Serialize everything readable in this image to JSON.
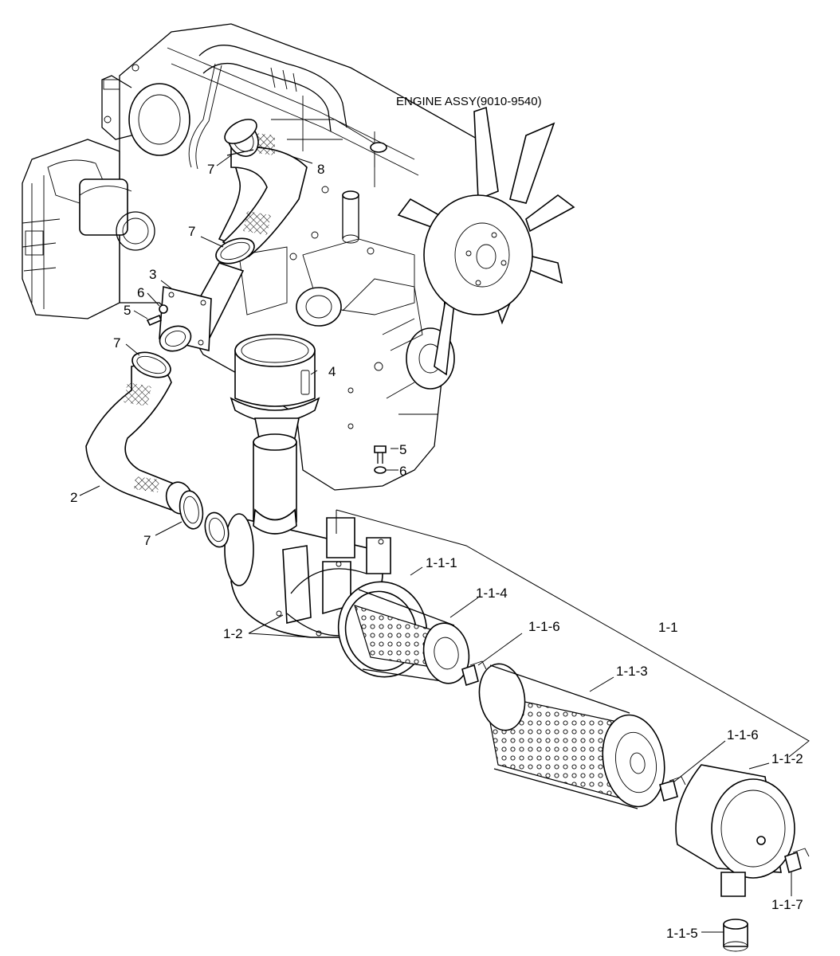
{
  "title": "ENGINE ASSY(9010-9540)",
  "labels": {
    "l7a": "7",
    "l8": "8",
    "l7b": "7",
    "l3": "3",
    "l6a": "6",
    "l5a": "5",
    "l7c": "7",
    "l4": "4",
    "l2": "2",
    "l7d": "7",
    "l5b": "5",
    "l6b": "6",
    "l111": "1-1-1",
    "l114": "1-1-4",
    "l116a": "1-1-6",
    "l12": "1-2",
    "l11": "1-1",
    "l113": "1-1-3",
    "l116b": "1-1-6",
    "l112": "1-1-2",
    "l117": "1-1-7",
    "l115": "1-1-5"
  },
  "colors": {
    "line": "#000000",
    "background": "#ffffff"
  }
}
